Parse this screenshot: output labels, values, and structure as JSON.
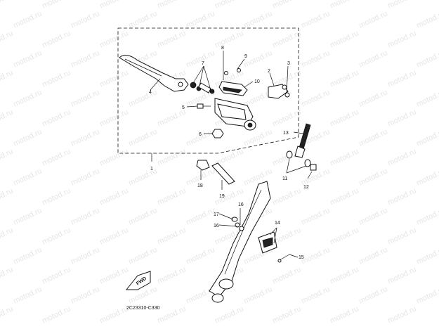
{
  "watermark": {
    "text": "motod.ru"
  },
  "callouts": [
    "1",
    "2",
    "3",
    "4",
    "5",
    "6",
    "7",
    "8",
    "9",
    "10",
    "11",
    "12",
    "13",
    "14",
    "15",
    "16",
    "17",
    "18",
    "19"
  ],
  "fwd_label": "FWD",
  "diagram_code": "2C23310-C330"
}
